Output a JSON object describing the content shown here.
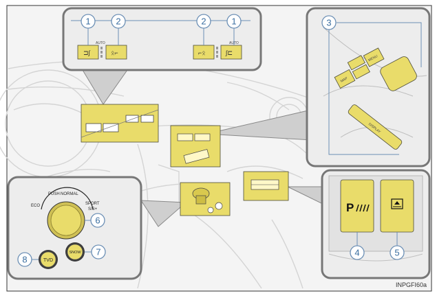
{
  "figure_code": "INPGFI60a",
  "callouts": {
    "c1": "1",
    "c2": "2",
    "c3": "3",
    "c4": "4",
    "c5": "5",
    "c6": "6",
    "c7": "7",
    "c8": "8"
  },
  "seat_panel": {
    "auto_label": "AUTO"
  },
  "drive_dial": {
    "push_label": "PUSH",
    "normal_label": "NORMAL",
    "eco_label": "ECO",
    "sport_label": "SPORT",
    "sport_mode_label": "S/S+",
    "tvd_label": "TVD",
    "snow_label": "SNOW"
  },
  "console_panel": {
    "map_label": "MAP",
    "menu_label": "MENU",
    "display_label": "DISPLAY"
  },
  "colors": {
    "highlight": "#e9dc6a",
    "callout": "#3a6ea0",
    "frame": "#777777"
  }
}
